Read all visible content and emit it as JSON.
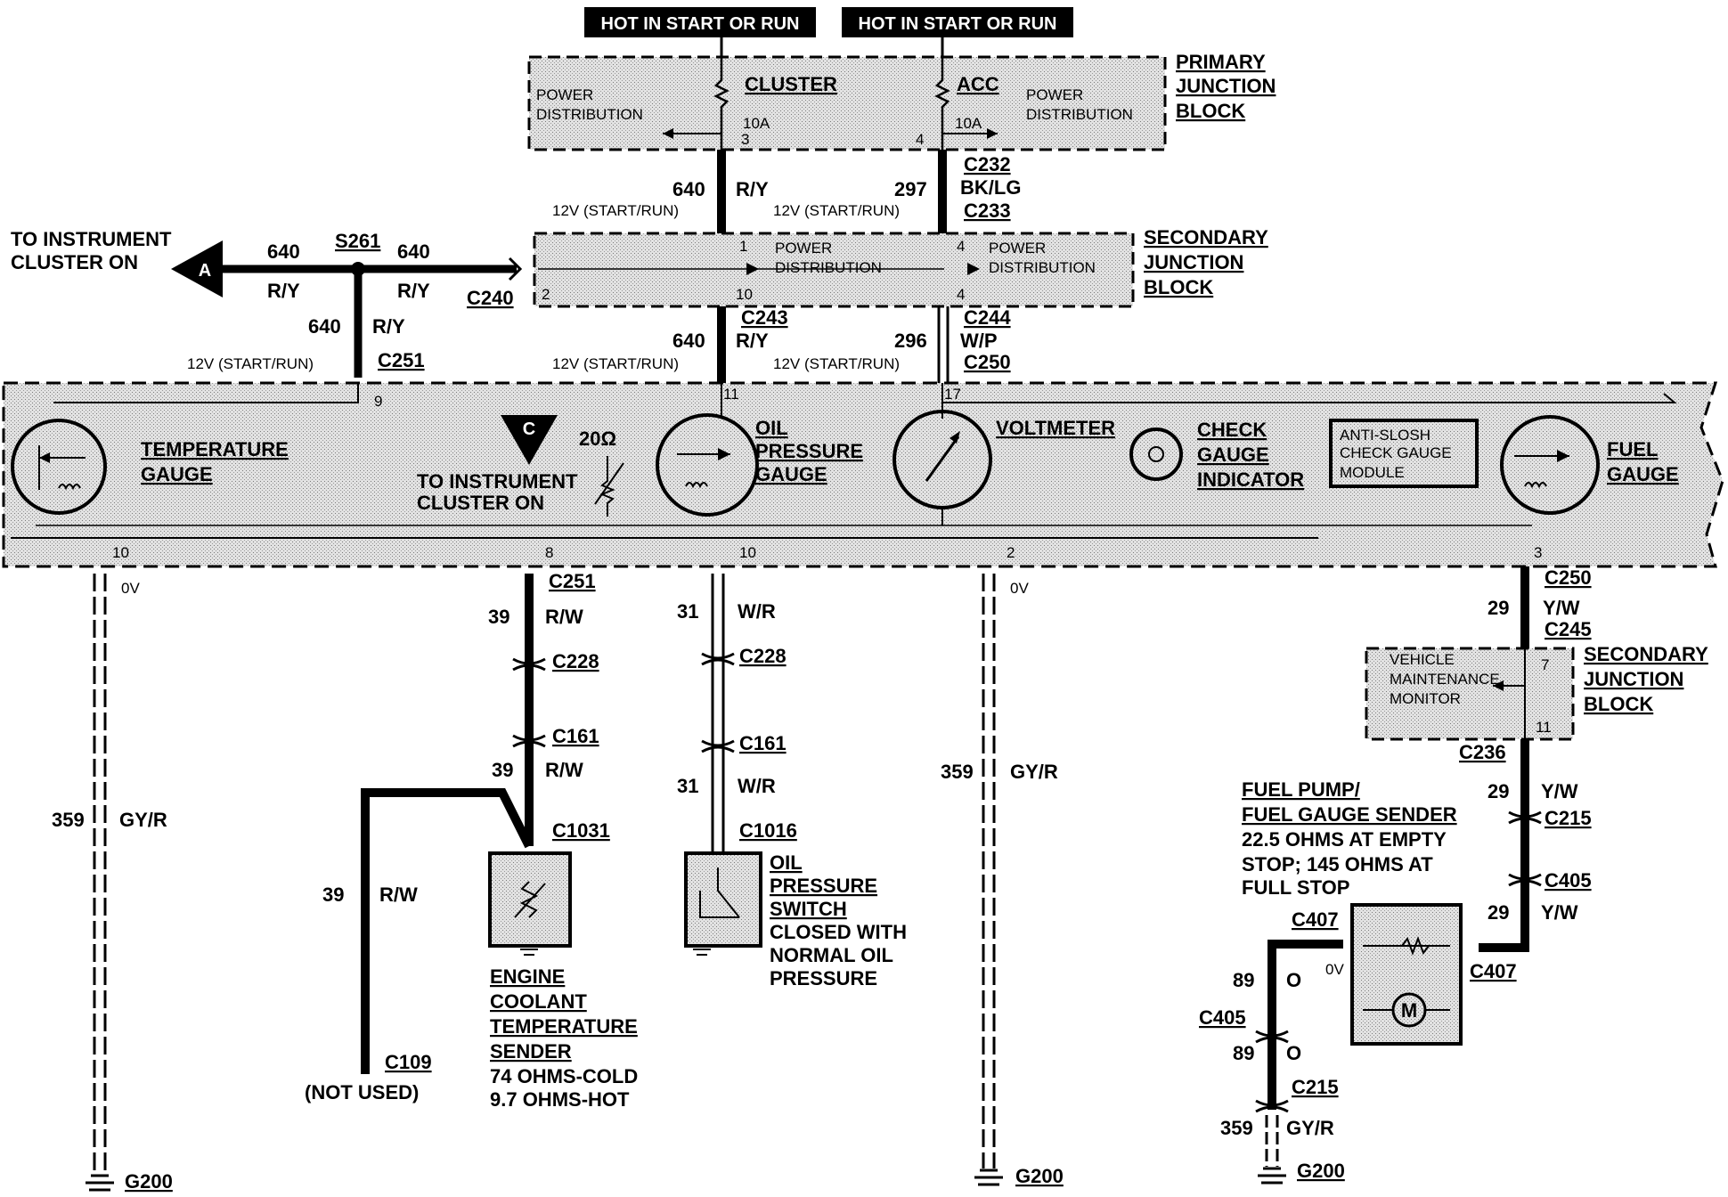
{
  "hot": [
    "HOT IN START OR RUN",
    "HOT IN START OR RUN"
  ],
  "primary_jb": {
    "name": [
      "PRIMARY",
      "JUNCTION",
      "BLOCK"
    ],
    "fuse_left": "CLUSTER",
    "fuse_right": "ACC",
    "power_left": [
      "POWER",
      "DISTRIBUTION"
    ],
    "power_right": [
      "POWER",
      "DISTRIBUTION"
    ],
    "amp_left": "10A",
    "amp_right": "10A",
    "pin_left": "3",
    "pin_right": "4"
  },
  "secondary_jb": {
    "name": [
      "SECONDARY",
      "JUNCTION",
      "BLOCK"
    ],
    "pd_left": [
      "POWER",
      "DISTRIBUTION"
    ],
    "pd_right": [
      "POWER",
      "DISTRIBUTION"
    ],
    "pins": [
      "1",
      "10",
      "4",
      "4",
      "2"
    ]
  },
  "wires": {
    "w640": "640",
    "ry": "R/Y",
    "w297": "297",
    "bklg": "BK/LG",
    "w296": "296",
    "wp": "W/P",
    "w39": "39",
    "rw": "R/W",
    "w31": "31",
    "wr": "W/R",
    "w359": "359",
    "gyr": "GY/R",
    "w29": "29",
    "yw": "Y/W",
    "w89": "89",
    "o": "O",
    "v12": "12V (START/RUN)",
    "ov": "0V"
  },
  "connectors": {
    "c232": "C232",
    "c233": "C233",
    "c243": "C243",
    "c244": "C244",
    "c240": "C240",
    "c251": "C251",
    "c250": "C250",
    "s261": "S261",
    "c228": "C228",
    "c161": "C161",
    "c1031": "C1031",
    "c1016": "C1016",
    "c109": "C109",
    "c245": "C245",
    "c236": "C236",
    "c215": "C215",
    "c405": "C405",
    "c407": "C407",
    "g200": "G200"
  },
  "not_used": "(NOT USED)",
  "to_cluster": [
    "TO INSTRUMENT",
    "CLUSTER ON"
  ],
  "marker_a": "A",
  "marker_c": "C",
  "cluster": {
    "temp_gauge": [
      "TEMPERATURE",
      "GAUGE"
    ],
    "oil_gauge": [
      "OIL",
      "PRESSURE",
      "GAUGE"
    ],
    "voltmeter": "VOLTMETER",
    "check_gauge": [
      "CHECK",
      "GAUGE",
      "INDICATOR"
    ],
    "anti_slosh": [
      "ANTI-SLOSH",
      "CHECK GAUGE",
      "MODULE"
    ],
    "fuel_gauge": [
      "FUEL",
      "GAUGE"
    ],
    "resistor": "20Ω",
    "pins": [
      "9",
      "11",
      "17",
      "10",
      "8",
      "10",
      "2",
      "3"
    ]
  },
  "vmm": [
    "VEHICLE",
    "MAINTENANCE",
    "MONITOR"
  ],
  "vmm_pins": [
    "7",
    "11"
  ],
  "sender": [
    "ENGINE",
    "COOLANT",
    "TEMPERATURE",
    "SENDER",
    "74 OHMS-COLD",
    "9.7 OHMS-HOT"
  ],
  "oil_switch": [
    "OIL",
    "PRESSURE",
    "SWITCH",
    "CLOSED WITH",
    "NORMAL OIL",
    "PRESSURE"
  ],
  "fuel_pump": [
    "FUEL PUMP/",
    "FUEL GAUGE SENDER",
    "22.5 OHMS AT EMPTY",
    "STOP; 145 OHMS AT",
    "FULL STOP"
  ],
  "motor": "M"
}
